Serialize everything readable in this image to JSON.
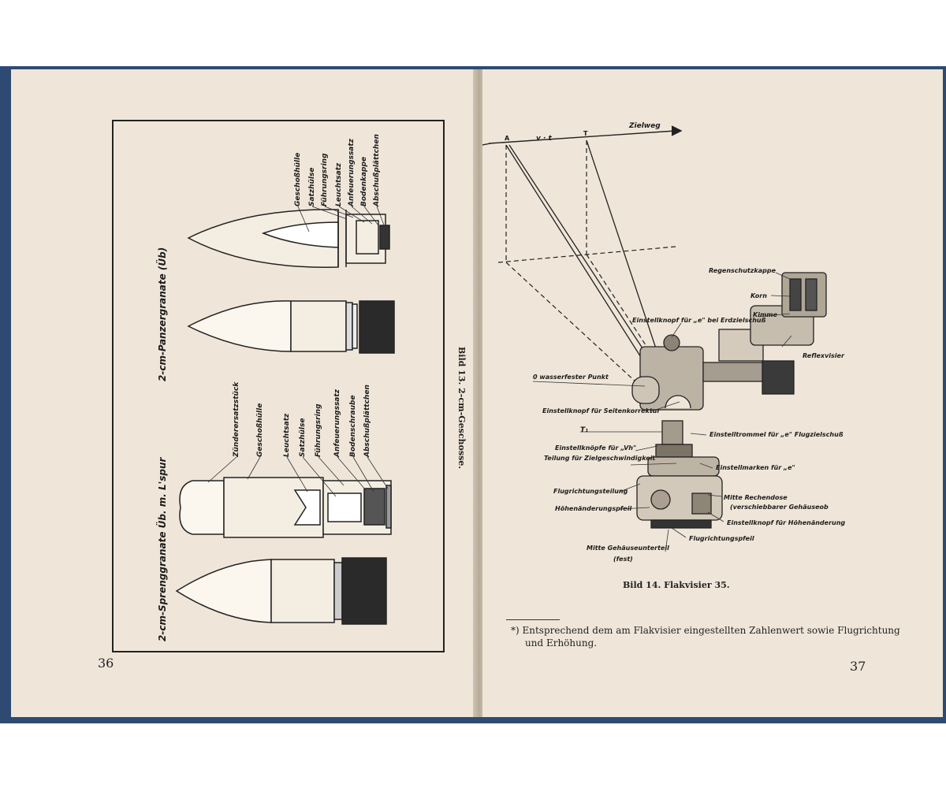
{
  "left_page": {
    "page_number": "36",
    "figure_caption": "Bild 13.  2-cm-Geschosse.",
    "panzer": {
      "title": "2-cm-Panzergranate (Üb)",
      "labels": [
        "Geschoßhülle",
        "Satzhülse",
        "Führungsring",
        "Leuchtsatz",
        "Anfeuerungssatz",
        "Bodenkappe",
        "Abschußplättchen"
      ]
    },
    "spreng": {
      "title": "2-cm-Sprenggranate Üb. m. L'spur",
      "labels": [
        "Zünderersatzstück",
        "Geschoßhülle",
        "Leuchtsatz",
        "Satzhülse",
        "Führungsring",
        "Anfeuerungssatz",
        "Bodenschraube",
        "Abschußplättchen"
      ]
    }
  },
  "right_page": {
    "page_number": "37",
    "diagram": {
      "point_a": "A",
      "velocity_label": "v · t",
      "point_t": "T",
      "zielweg": "Zielweg",
      "t1": "T₁"
    },
    "callouts": {
      "regenschutzkappe": "Regenschutzkappe",
      "korn": "Korn",
      "kimme": "Kimme",
      "einstellknopf_e": "Einstellknopf für „e\" bei Erdzielschuß",
      "reflexvisier": "Reflexvisier",
      "wasserfester_punkt": "0 wasserfester Punkt",
      "einstellknopf_seiten": "Einstellknopf für Seitenkorrektur",
      "einstelltrommel": "Einstelltrommel für „e\" Flugzielschuß",
      "einstellknoepfe_vh": "Einstellknöpfe für „Vh\"",
      "teilung": "Teilung für Zielgeschwindigkeit",
      "einstellmarken": "Einstellmarken für „e\"",
      "flugrichtungsteilung": "Flugrichtungsteilung",
      "mitte_rechendose": "Mitte Rechendose",
      "verschiebbarer": "(verschiebbarer Gehäuseob",
      "hoehenaenderungspfeil": "Höhenänderungspfeil",
      "einstellknopf_hoehe": "Einstellknopf für Höhenänderung",
      "flugrichtungspfeil": "Flugrichtungspfeil",
      "mitte_gehaeuse": "Mitte Gehäuseunterteil",
      "fest": "(fest)"
    },
    "figure_caption": "Bild 14.  Flakvisier 35.",
    "footnote_line1": "*) Entsprechend dem am Flakvisier eingestellten Zahlenwert sowie Flugrichtung",
    "footnote_line2": "und Erhöhung."
  },
  "colors": {
    "paper": "#efe6d9",
    "cover": "#2e4a73",
    "ink": "#1c1c1c"
  }
}
